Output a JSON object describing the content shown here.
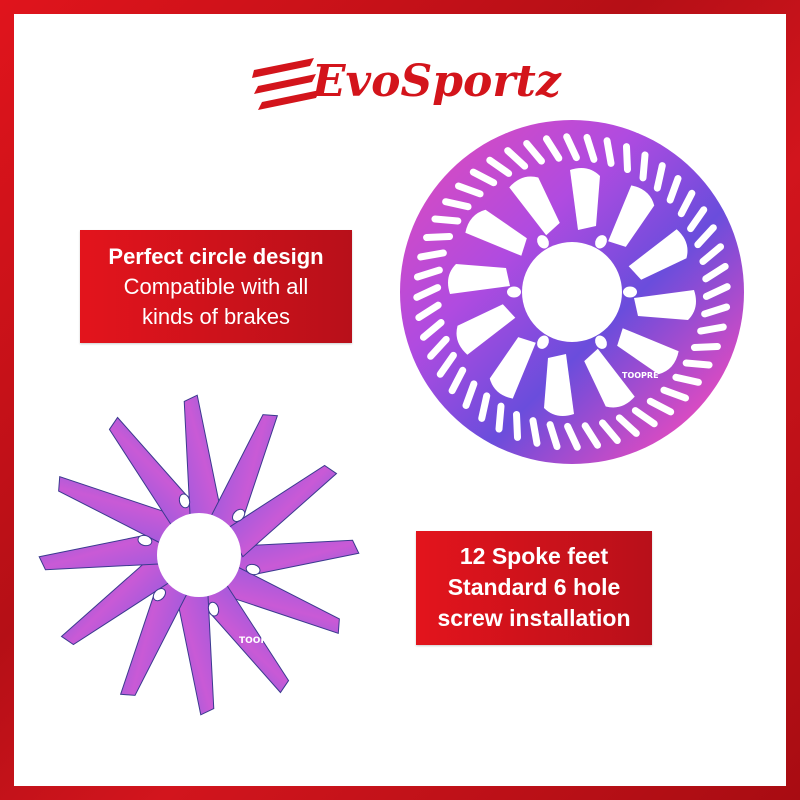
{
  "brand": {
    "name": "EvoSportz",
    "colors": {
      "primary": "#d3141b",
      "background": "#ffffff"
    }
  },
  "callout_design": {
    "headline": "Perfect circle design",
    "line1": "Compatible with all",
    "line2": "kinds of brakes"
  },
  "callout_spokes": {
    "line1": "12 Spoke feet",
    "line2": "Standard 6 hole",
    "line3": "screw installation"
  },
  "rotor": {
    "brand_print": "TOOPRE",
    "finish": "rainbow oil-slick",
    "spoke_count": 12,
    "bolt_holes": 6
  }
}
